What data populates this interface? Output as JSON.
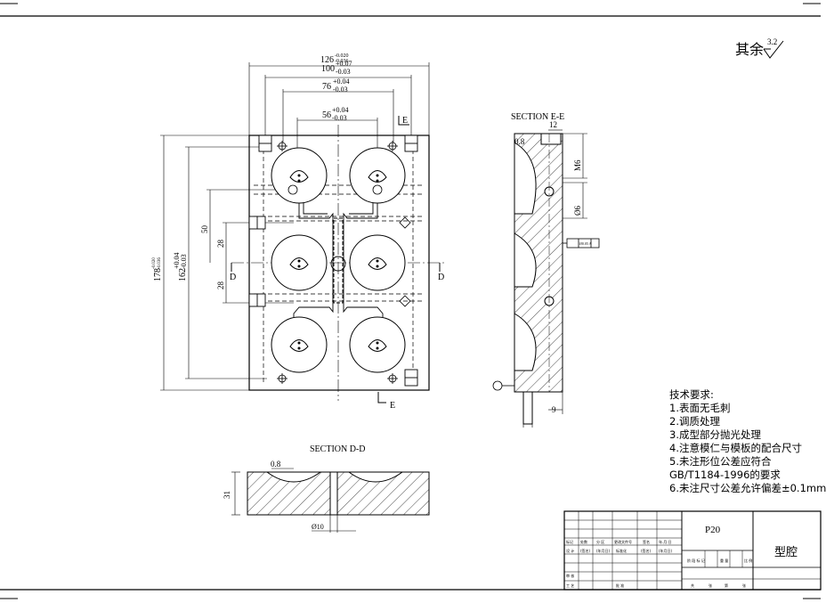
{
  "roughness": {
    "prefix": "其余",
    "value": "3.2"
  },
  "dims_top": [
    {
      "nominal": "126",
      "upper": "-0.020",
      "lower": "-0.036"
    },
    {
      "nominal": "100",
      "upper": "+0.07",
      "lower": "-0.03"
    },
    {
      "nominal": "76",
      "upper": "+0.04",
      "lower": "-0.03"
    },
    {
      "nominal": "56",
      "upper": "+0.04",
      "lower": "-0.03"
    }
  ],
  "dims_left": [
    {
      "nominal": "178",
      "upper": "-0.020",
      "lower": "-0.036"
    },
    {
      "nominal": "162",
      "upper": "+0.04",
      "lower": "-0.03"
    },
    {
      "nominal": "50"
    },
    {
      "nominal": "28"
    },
    {
      "nominal": "28"
    }
  ],
  "section_labels": {
    "e_top": "E",
    "e_bottom": "E",
    "d_left": "D",
    "d_right": "D"
  },
  "section_ee": {
    "title": "SECTION E-E",
    "dims": [
      "12",
      "0.8",
      "M6",
      "Ø6",
      "9"
    ],
    "callout": "Ø0.05 A"
  },
  "section_dd": {
    "title": "SECTION D-D",
    "dims": [
      "0.8",
      "31",
      "Ø10"
    ]
  },
  "tech": {
    "heading": "技术要求:",
    "items": [
      "1.表面无毛刺",
      "2.调质处理",
      "3.成型部分抛光处理",
      "4.注意模仁与模板的配合尺寸",
      "5.未注形位公差应符合",
      "GB/T1184-1996的要求",
      "6.未注尺寸公差允许偏差±0.1mm"
    ]
  },
  "title_block": {
    "material": "P20",
    "part_name": "型腔",
    "row_labels": [
      "标记",
      "处数",
      "分 区",
      "更改文件号",
      "签名",
      "年.月.日"
    ],
    "row2_labels": [
      "设 计",
      "(签名)",
      "(年月日)",
      "标准化",
      "(签名)",
      "(年月日)"
    ],
    "right_labels": [
      "阶 段 标 记",
      "重 量",
      "比 例"
    ],
    "bottom_left": [
      "审 核",
      "工 艺"
    ],
    "approve": "批 准",
    "sheet_info": [
      "共",
      "张",
      "第",
      "张"
    ]
  }
}
